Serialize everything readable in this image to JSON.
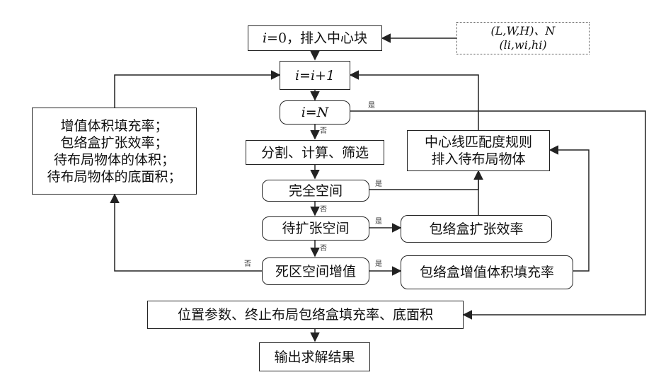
{
  "nodes": {
    "start": {
      "prefix": "i",
      "rest": "=0，排入中心块"
    },
    "input": {
      "line1": "(L,W,H)、N",
      "line2": "(li,wi,hi)"
    },
    "incr": {
      "text": "i=i+1"
    },
    "check_n": {
      "text": "i=N"
    },
    "split": {
      "text": "分割、计算、筛选"
    },
    "full_space": {
      "text": "完全空间"
    },
    "expand_space": {
      "text": "待扩张空间"
    },
    "dead_space": {
      "text": "死区空间增值"
    },
    "bbox_expand": {
      "text": "包络盒扩张效率"
    },
    "bbox_fill": {
      "text": "包络盒增值体积填充率"
    },
    "centerline": {
      "line1": "中心线匹配度规则",
      "line2": "排入待布局物体"
    },
    "criteria": {
      "lines": [
        "增值体积填充率；",
        "包络盒扩张效率；",
        "待布局物体的体积；",
        "待布局物体的底面积；"
      ]
    },
    "output_params": {
      "text": "位置参数、终止布局包络盒填充率、底面积"
    },
    "result": {
      "text": "输出求解结果"
    }
  },
  "labels": {
    "yes": "是",
    "no": "否"
  }
}
